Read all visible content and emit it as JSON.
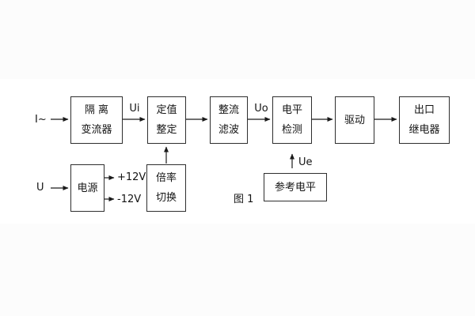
{
  "figure": {
    "caption": "图 1"
  },
  "diagram": {
    "nodes": [
      {
        "id": "isolation-transformer",
        "lines": [
          "隔 离",
          "变流器"
        ]
      },
      {
        "id": "setting-adjust",
        "lines": [
          "定值",
          "整定"
        ]
      },
      {
        "id": "rectify-filter",
        "lines": [
          "整流",
          "滤波"
        ]
      },
      {
        "id": "level-detect",
        "lines": [
          "电平",
          "检测"
        ]
      },
      {
        "id": "drive",
        "lines": [
          "驱动"
        ]
      },
      {
        "id": "output-relay",
        "lines": [
          "出口",
          "继电器"
        ]
      },
      {
        "id": "power-supply",
        "lines": [
          "电源"
        ]
      },
      {
        "id": "ratio-switch",
        "lines": [
          "倍率",
          "切换"
        ]
      },
      {
        "id": "reference-level",
        "lines": [
          "参考电平"
        ]
      }
    ],
    "labels": {
      "input_current": "I~",
      "input_voltage": "U",
      "ui": "Ui",
      "uo": "Uo",
      "ue": "Ue",
      "plus12v": "+12V",
      "minus12v": "-12V"
    },
    "colors": {
      "line": "#1a1a1a",
      "box_border": "#2e2e2e",
      "background": "#ffffff"
    }
  }
}
